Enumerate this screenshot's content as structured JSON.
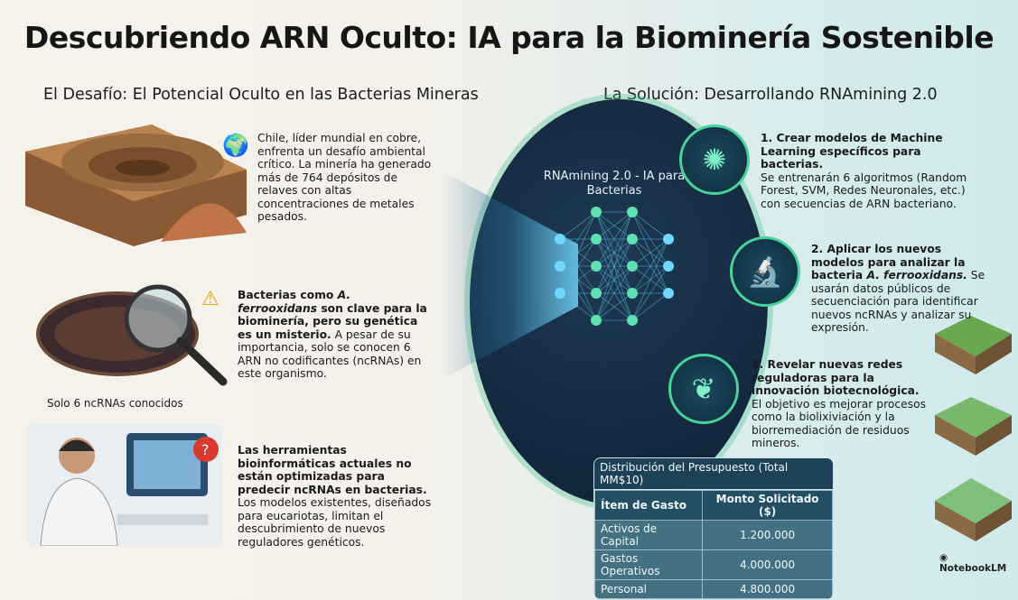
{
  "title": "Descubriendo ARN Oculto: IA para la Biominería Sostenible",
  "left": {
    "heading": "El Desafío: El Potencial Oculto en las Bacterias Mineras",
    "block1": "Chile, líder mundial en cobre, enfrenta un desafío ambiental crítico. La minería ha generado más de 764 depósitos de relaves con altas concentraciones de metales pesados.",
    "block2_a": "Bacterias como ",
    "block2_species": "A. ferrooxidans",
    "block2_b": " son clave para la biominería, pero su genética es un misterio.",
    "block2_c": " A pesar de su importancia, solo se conocen 6 ARN no codificantes (ncRNAs) en este organismo.",
    "caption": "Solo 6 ncRNAs conocidos",
    "block3_bold": "Las herramientas bioinformáticas actuales no están optimizadas para predecir ncRNAs en bacterias.",
    "block3": "Los modelos existentes, diseñados para eucariotas, limitan el descubrimiento de nuevos reguladores genéticos."
  },
  "right": {
    "heading": "La Solución: Desarrollando RNAmining 2.0",
    "network_label": "RNAmining 2.0 - IA para Bacterias",
    "step1_bold": "1. Crear modelos de Machine Learning específicos para bacterias.",
    "step1": "Se entrenarán 6 algoritmos (Random Forest, SVM, Redes Neuronales, etc.) con secuencias de ARN bacteriano.",
    "step2_bold": "2. Aplicar los nuevos modelos para analizar la bacteria ",
    "step2_species": "A. ferrooxidans.",
    "step2": " Se usarán datos públicos de secuenciación para identificar nuevos ncRNAs y analizar su expresión.",
    "step3_bold": "3. Revelar nuevas redes reguladoras para la innovación biotecnológica.",
    "step3": " El objetivo es mejorar procesos como la biolixiviación y la biorremediación de residuos mineros."
  },
  "table": {
    "caption": "Distribución del Presupuesto (Total MM$10)",
    "headers": [
      "Ítem de Gasto",
      "Monto Solicitado ($)"
    ],
    "rows": [
      [
        "Activos de Capital",
        "1.200.000"
      ],
      [
        "Gastos Operativos",
        "4.000.000"
      ],
      [
        "Personal",
        "4.800.000"
      ]
    ]
  },
  "watermark": "NotebookLM"
}
